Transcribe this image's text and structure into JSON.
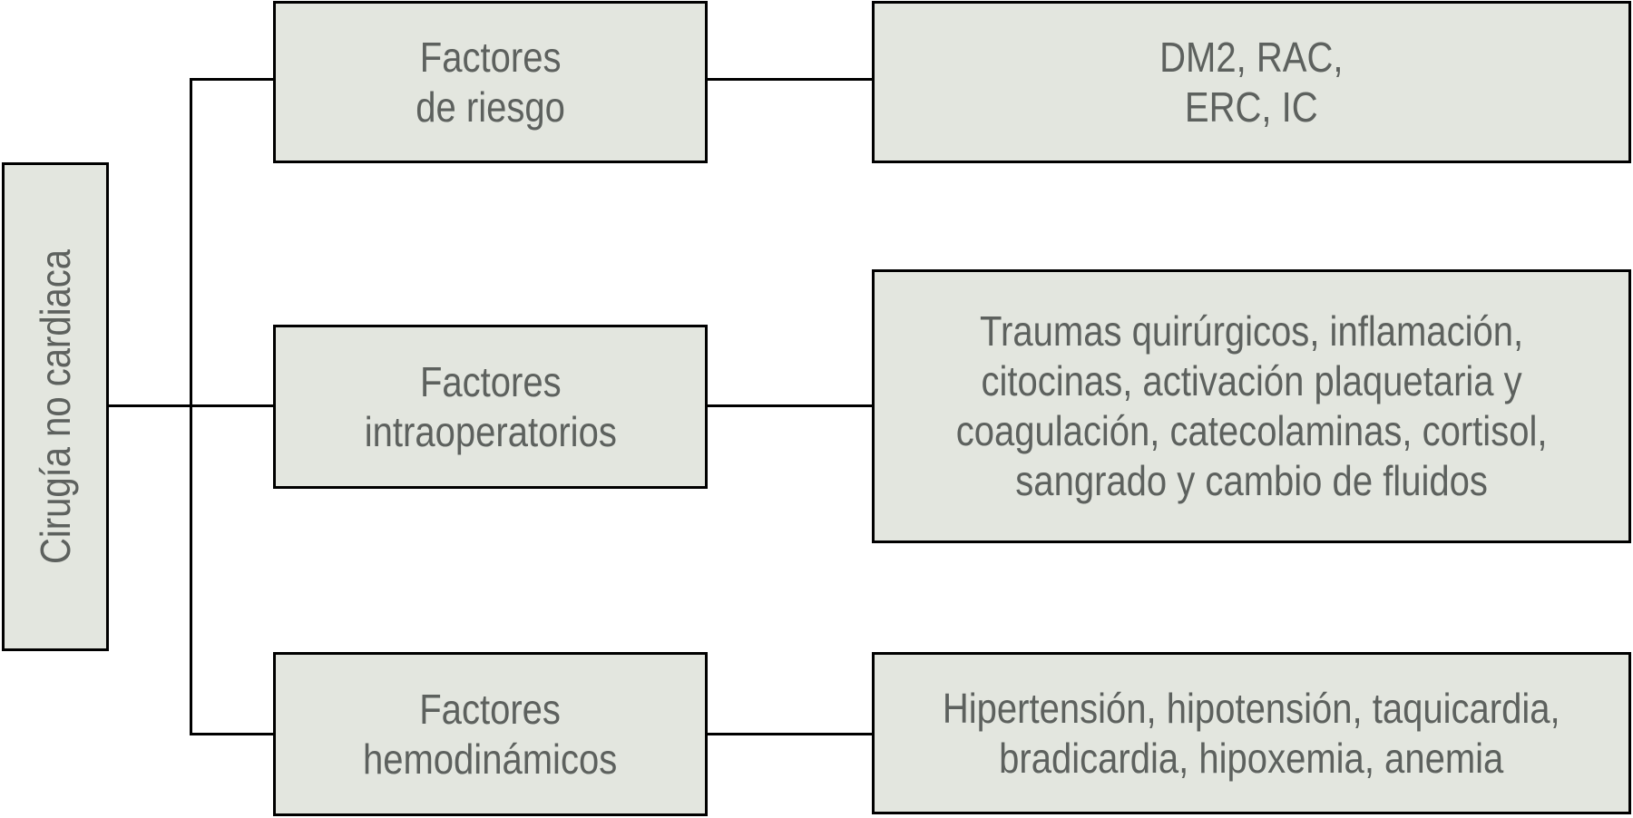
{
  "diagram": {
    "type": "flowchart",
    "root_label": "Cirugía no cardiaca",
    "branches": [
      {
        "factor_label": "Factores\nde riesgo",
        "detail_label": "DM2, RAC,\nERC, IC"
      },
      {
        "factor_label": "Factores\nintraoperatorios",
        "detail_label": "Traumas quirúrgicos, inflamación,\ncitocinas, activación plaquetaria y\ncoagulación, catecolaminas, cortisol,\nsangrado y cambio de fluidos"
      },
      {
        "factor_label": "Factores\nhemodinámicos",
        "detail_label": "Hipertensión, hipotensión, taquicardia,\nbradicardia, hipoxemia, anemia"
      }
    ],
    "colors": {
      "box_fill": "#e3e6df",
      "box_border": "#000000",
      "text": "#5d615e",
      "background": "#ffffff"
    }
  }
}
